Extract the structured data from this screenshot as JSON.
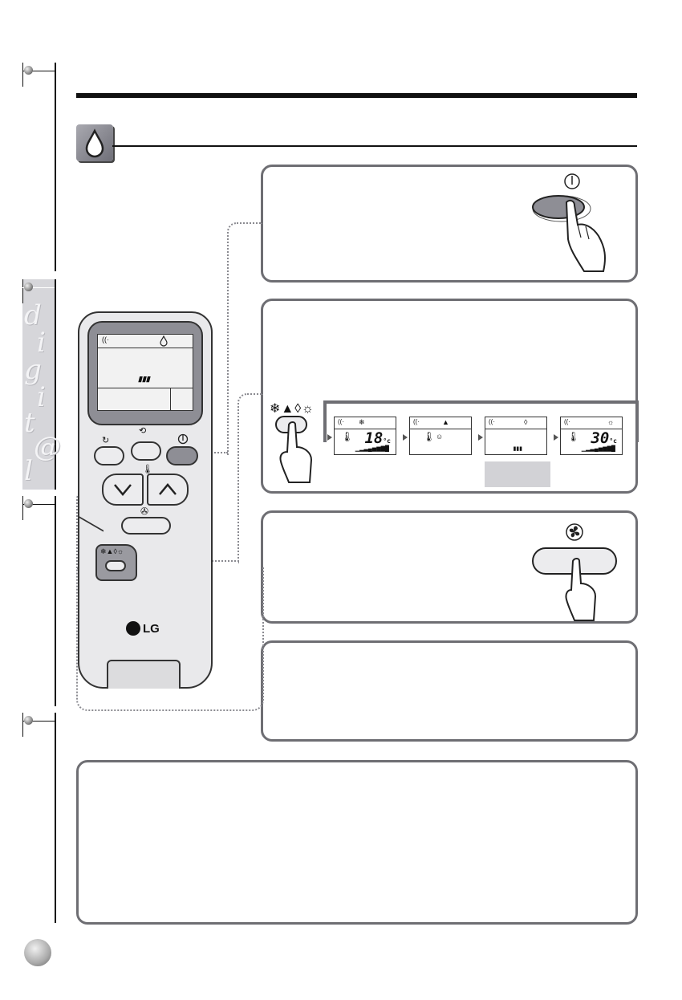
{
  "colors": {
    "panel_border": "#6e6e73",
    "side_strip": "#d6d6da",
    "accent_gray": "#8e8e95"
  },
  "icons": {
    "drop": "drop-icon",
    "power": "power-icon",
    "fan": "fan-icon",
    "mode": "mode-icons",
    "signal": "signal-icon",
    "thermometer": "thermometer-icon"
  },
  "remote": {
    "brand": "LG",
    "lcd_bars": "▮▮▮",
    "mode_symbols": "❄▲◊☼"
  },
  "mode_panel": {
    "symbols": "❄▲◊☼",
    "screens": [
      {
        "icon": "❄",
        "temp": "18",
        "unit": "°c",
        "bars": "▁▂▃▄▅▆▇█"
      },
      {
        "icon": "▲",
        "temp": "",
        "unit": "",
        "bars": ""
      },
      {
        "icon": "◊",
        "temp": "",
        "unit": "",
        "bars": "▮▮▮"
      },
      {
        "icon": "☼",
        "temp": "30",
        "unit": "°c",
        "bars": "▁▂▃▄▅▆▇█"
      }
    ]
  },
  "side_deco": [
    "d",
    "i",
    "g",
    "i",
    "t",
    "@",
    "l"
  ]
}
